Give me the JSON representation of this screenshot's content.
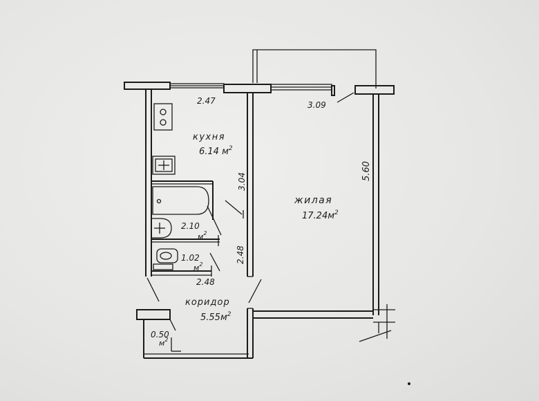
{
  "rooms": {
    "kitchen": {
      "name": "кухня",
      "area": "6.14",
      "unit": "м"
    },
    "living": {
      "name": "жилая",
      "area": "17.24",
      "unit": "м"
    },
    "bathroom": {
      "area": "2.10",
      "unit": "м"
    },
    "toilet": {
      "area": "1.02",
      "unit": "м"
    },
    "corridor": {
      "name": "коридор",
      "area": "5.55",
      "unit": "м"
    },
    "closet": {
      "area": "0.50",
      "unit": "м"
    }
  },
  "dimensions": {
    "kitchen_width": "2.47",
    "living_width": "3.09",
    "living_length": "5.60",
    "kitchen_length": "3.04",
    "bath_side": "2.48",
    "bath_bottom": "2.48"
  },
  "area_exponent": "2",
  "colors": {
    "ink": "#1a1a1a",
    "paper": "#e7e7e5"
  }
}
